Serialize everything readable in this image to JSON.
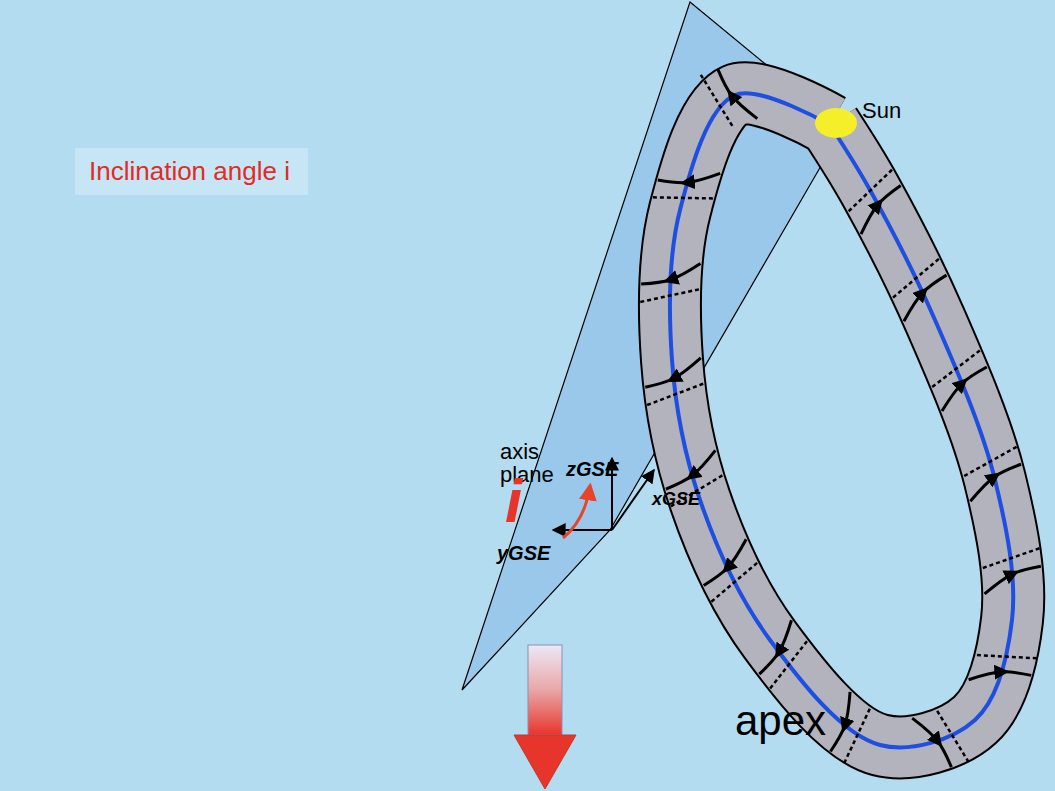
{
  "diagram": {
    "nodes": [
      {
        "text": [
          "Inclination angle i"
        ]
      }
    ],
    "labels": [
      "Sun",
      "axis plane",
      "zGSE",
      "xGSE",
      "yGSE",
      "i",
      "apex"
    ]
  }
}
